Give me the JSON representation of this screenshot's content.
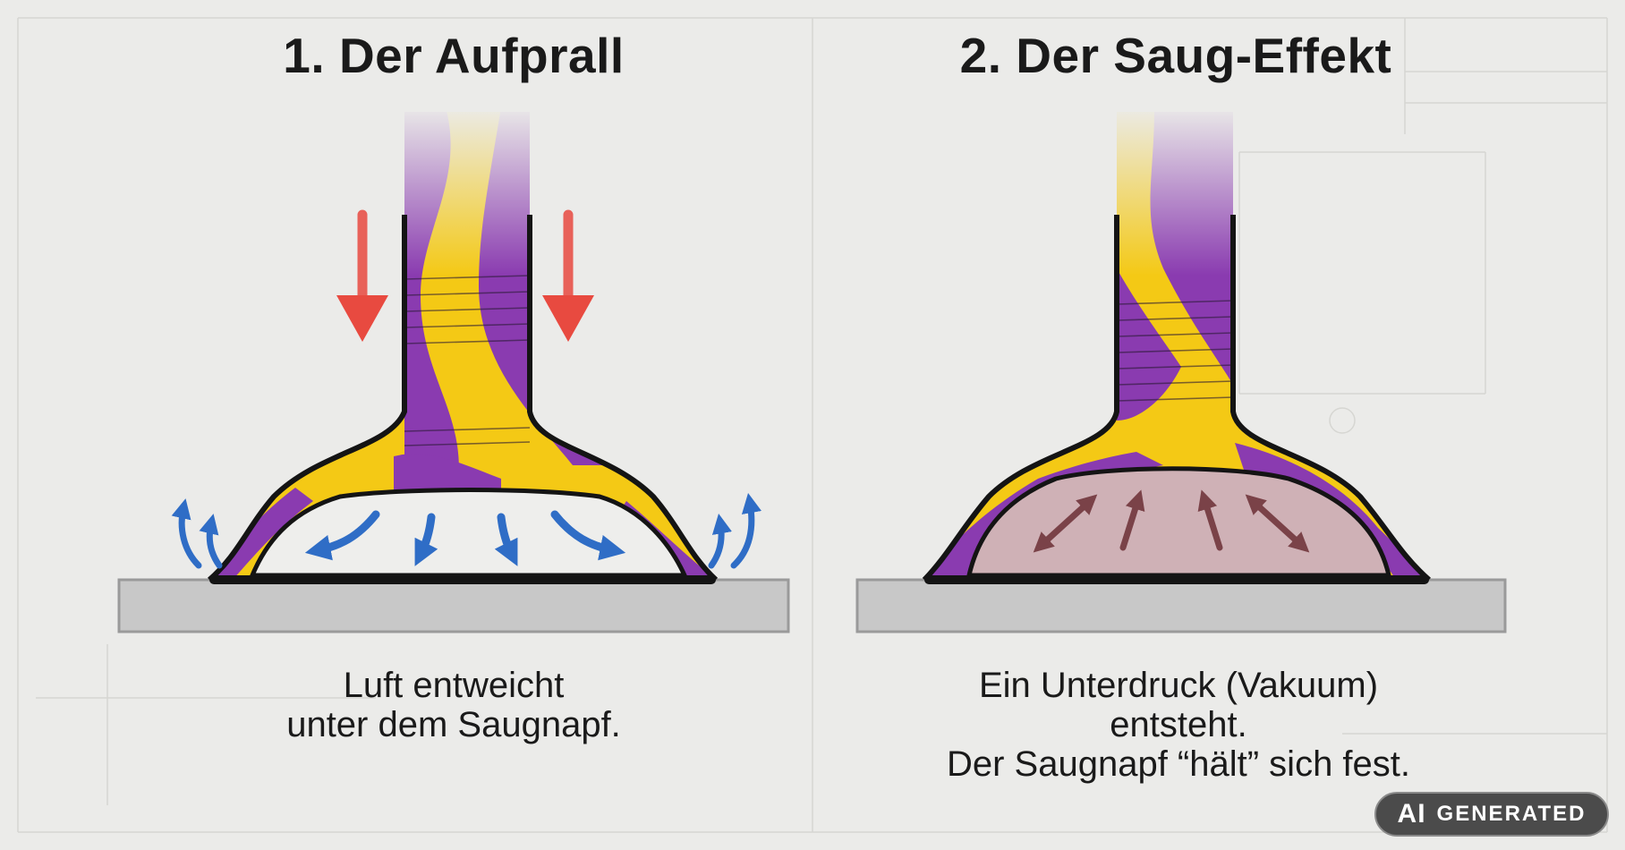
{
  "panels": [
    {
      "title": "1. Der Aufprall",
      "caption_lines": [
        "Luft entweicht",
        "unter dem Saugnapf."
      ]
    },
    {
      "title": "2. Der Saug-Effekt",
      "caption_lines": [
        "Ein Unterdruck (Vakuum)",
        "entsteht.",
        "Der Saugnapf “hält” sich fest."
      ]
    }
  ],
  "badge": {
    "ai": "AI",
    "text": "GENERATED"
  },
  "colors": {
    "background": "#ebebe9",
    "yellow": "#f4c915",
    "purple": "#8a3bb0",
    "impact_arrow": "#e84a40",
    "air_arrow": "#2f6dc6",
    "vacuum_fill": "#cfb1b6",
    "vacuum_arrow": "#7a4248",
    "surface": "#c8c8c8"
  }
}
